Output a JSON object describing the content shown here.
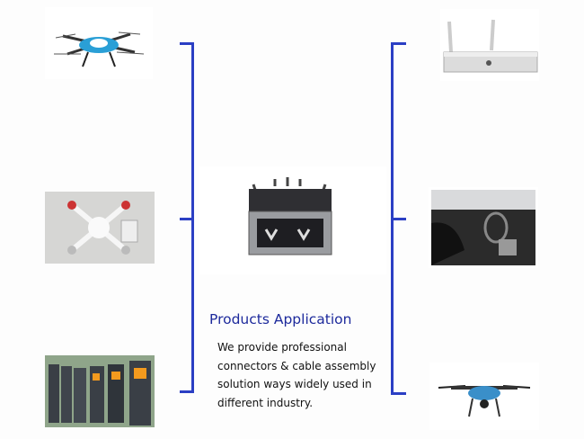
{
  "heading": "Products Application",
  "description": [
    "We provide professional",
    "connectors & cable assembly",
    "solution ways widely used in",
    "different industry."
  ],
  "colors": {
    "bracket": "#2b3fc4",
    "heading": "#1d2a9c"
  },
  "images": {
    "left": [
      "quadcopter-drone",
      "white-camera-drone",
      "electrical-control-cabinets"
    ],
    "center": "usb-connector",
    "right": [
      "tv-box-router",
      "car-interior",
      "camera-drone"
    ]
  }
}
